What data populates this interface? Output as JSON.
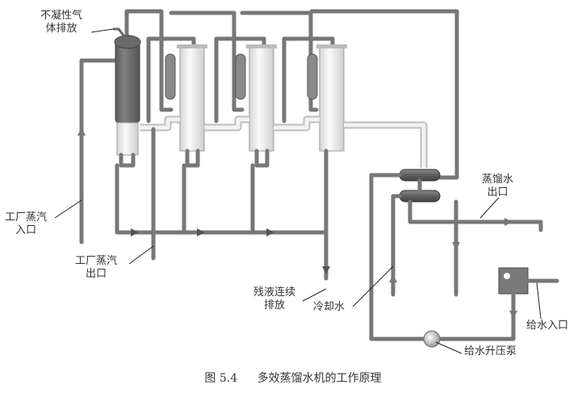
{
  "labels": {
    "noncondensable_gas_vent": [
      "不凝性气",
      "体排放"
    ],
    "factory_steam_inlet": [
      "工厂蒸汽",
      "入口"
    ],
    "factory_steam_outlet": [
      "工厂蒸汽",
      "出口"
    ],
    "residual_liquid_discharge": [
      "残液连续",
      "排放"
    ],
    "cooling_water": "冷却水",
    "distilled_water_outlet": [
      "蒸馏水",
      "出口"
    ],
    "feed_water_inlet": "给水入口",
    "feed_water_pump": "给水升压泵"
  },
  "caption": {
    "figure_number": "图 5.4",
    "title": "多效蒸馏水机的工作原理"
  },
  "components": {
    "effect_columns": 4,
    "preheaters": 3,
    "condensers": 2
  },
  "colors": {
    "pipe": "#777777",
    "first_column": "#6e6e6e",
    "column_light": "#ececec",
    "text": "#333333"
  }
}
